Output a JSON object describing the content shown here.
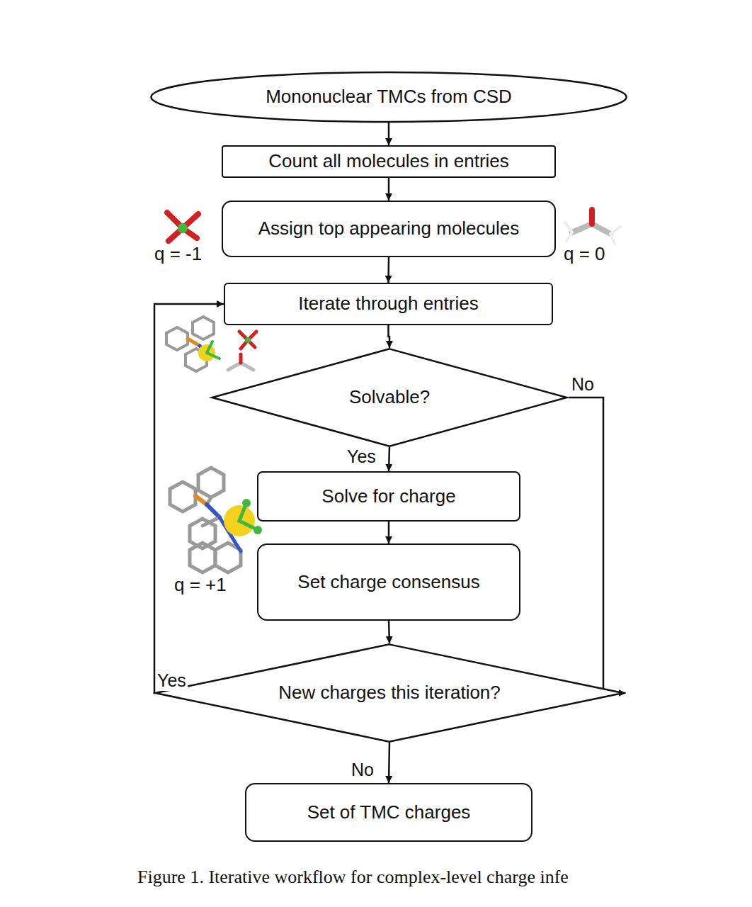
{
  "diagram": {
    "caption": "Figure 1. Iterative workflow for complex-level charge infe",
    "nodes": [
      {
        "text": [
          "Mononuclear TMCs from CSD"
        ]
      },
      {
        "text": [
          "Count all molecules in entries"
        ]
      },
      {
        "text": [
          "Assign top appearing molecules"
        ]
      },
      {
        "text": [
          "Iterate through entries"
        ]
      },
      {
        "text": [
          "Solvable?"
        ]
      },
      {
        "text": [
          "Solve for charge"
        ]
      },
      {
        "text": [
          "Set charge consensus"
        ]
      },
      {
        "text": [
          "New charges this iteration?"
        ]
      },
      {
        "text": [
          "Set of TMC charges"
        ]
      }
    ],
    "edges": [
      {
        "from": 0,
        "to": 1,
        "arrow": "to"
      },
      {
        "from": 1,
        "to": 2,
        "arrow": "to"
      },
      {
        "from": 2,
        "to": 3,
        "arrow": "to"
      },
      {
        "from": 3,
        "to": 4,
        "arrow": "to"
      },
      {
        "from": 4,
        "to": 5,
        "label": "Yes",
        "arrow": "to"
      },
      {
        "from": 5,
        "to": 6,
        "arrow": "to"
      },
      {
        "from": 6,
        "to": 7,
        "arrow": "to"
      },
      {
        "from": 4,
        "to": 7,
        "label": "No",
        "arrow": "to"
      },
      {
        "from": 7,
        "to": 3,
        "label": "Yes",
        "arrow": "to"
      },
      {
        "from": 7,
        "to": 8,
        "label": "No",
        "arrow": "to"
      }
    ],
    "labels": [
      "q = -1",
      "q = 0",
      "q = +1"
    ]
  }
}
